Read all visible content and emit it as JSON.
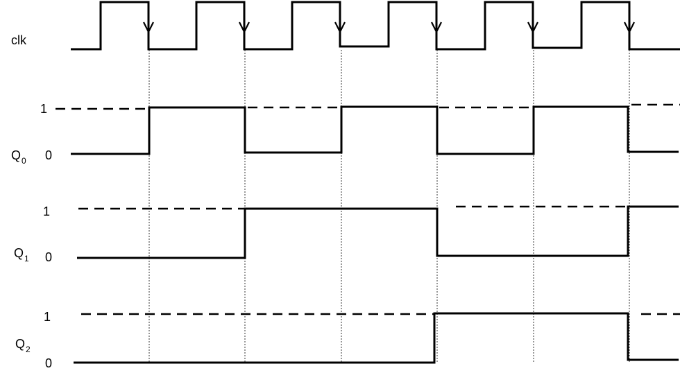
{
  "signals": {
    "clk": {
      "label": "clk"
    },
    "q0": {
      "label": "Q",
      "subscript": "0",
      "level_high": "1",
      "level_low": "0"
    },
    "q1": {
      "label": "Q",
      "subscript": "1",
      "level_high": "1",
      "level_low": "0"
    },
    "q2": {
      "label": "Q",
      "subscript": "2",
      "level_high": "1",
      "level_low": "0"
    }
  },
  "timing": {
    "falling_edges": 6,
    "q0_after_each_edge": [
      1,
      0,
      1,
      0,
      1,
      0
    ],
    "q1_after_each_edge": [
      0,
      1,
      1,
      0,
      0,
      1
    ],
    "q2_after_each_edge": [
      0,
      0,
      0,
      1,
      1,
      0
    ],
    "q0_initial": 0,
    "q1_initial": 0,
    "q2_initial": 0
  }
}
